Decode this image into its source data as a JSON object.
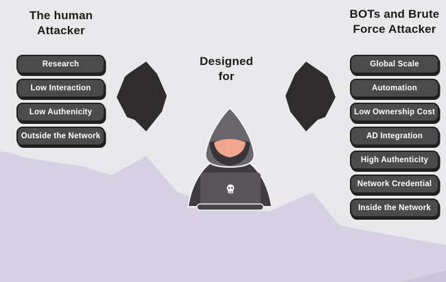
{
  "center": {
    "title_line1": "Designed",
    "title_line2": "for"
  },
  "left": {
    "title_line1": "The human",
    "title_line2": "Attacker",
    "items": [
      "Research",
      "Low Interaction",
      "Low Authenicity",
      "Outside the Network"
    ]
  },
  "right": {
    "title_line1": "BOTs and Brute",
    "title_line2": "Force Attacker",
    "items": [
      "Global Scale",
      "Automation",
      "Low Ownership Cost",
      "AD Integration",
      "High Authenticity",
      "Network Credential",
      "Inside the Network"
    ]
  },
  "icons": {
    "hacker": "hooded-hacker-at-laptop",
    "skull": "skull-icon",
    "left_shape": "faceted-arrow-gem-left",
    "right_shape": "faceted-arrow-gem-right"
  },
  "colors": {
    "background": "#e9e8ea",
    "wave": "#d6d0e4",
    "wave_dark": "#cbc4dd",
    "pill_fill": "#4b4b4b",
    "pill_border": "#202020",
    "pill_text": "#ffffff",
    "title_text": "#1c1c1c",
    "arrow": "#2e2c2d",
    "hood": "#6a676b",
    "hood_shadow": "#38353a",
    "face": "#f1a58c",
    "body": "#403c40",
    "laptop": "#595459",
    "laptop_base": "#47434a",
    "skull": "#ffffff",
    "outline": "#f2f1f3"
  }
}
